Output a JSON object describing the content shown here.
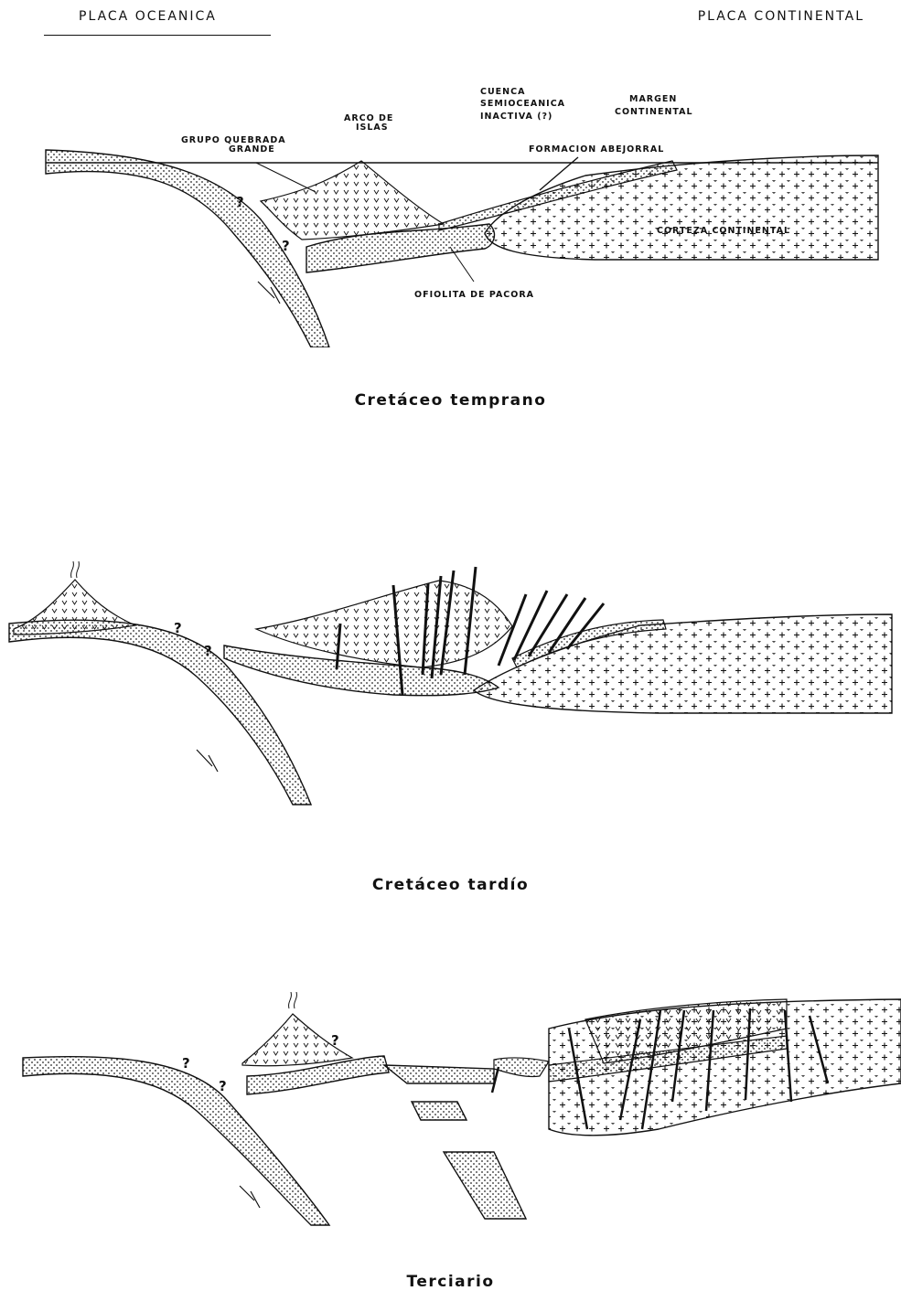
{
  "header": {
    "left": "PLACA OCEANICA",
    "right": "PLACA CONTINENTAL"
  },
  "panels": [
    {
      "caption": "Cretáceo temprano",
      "labels": {
        "grupo_line1": "GRUPO QUEBRADA",
        "grupo_line2": "GRANDE",
        "arco_line1": "ARCO DE",
        "arco_line2": "ISLAS",
        "cuenca_line1": "CUENCA",
        "cuenca_line2": "SEMIOCEANICA",
        "cuenca_line3": "INACTIVA (?)",
        "margen_line1": "MARGEN",
        "margen_line2": "CONTINENTAL",
        "formacion": "FORMACION ABEJORRAL",
        "corteza": "CORTEZA CONTINENTAL",
        "ofiolita": "OFIOLITA DE PACORA"
      },
      "question_marks": [
        "?",
        "?"
      ]
    },
    {
      "caption": "Cretáceo tardío",
      "question_marks": [
        "?",
        "?"
      ]
    },
    {
      "caption": "Terciario",
      "question_marks": [
        "?",
        "?",
        "?"
      ]
    }
  ]
}
